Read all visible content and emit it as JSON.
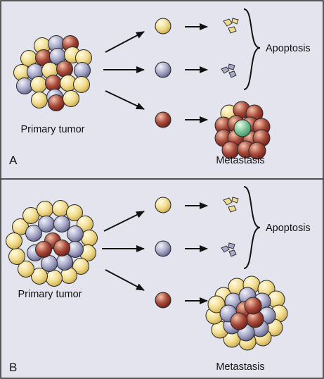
{
  "colors": {
    "background": "#e4e4ef",
    "frame": "#222222",
    "yellow_cell": "#f2dd8e",
    "blue_cell": "#a9aac9",
    "red_cell": "#a8493a",
    "green_cell": "#7cc49a",
    "arrow": "#111111"
  },
  "panel_a": {
    "label": "A",
    "tumor_label": "Primary tumor",
    "bracket_label": "Apoptosis",
    "outcome_label": "Metastasis"
  },
  "panel_b": {
    "label": "B",
    "tumor_label": "Primary tumor",
    "bracket_label": "Apoptosis",
    "outcome_label": "Metastasis"
  }
}
